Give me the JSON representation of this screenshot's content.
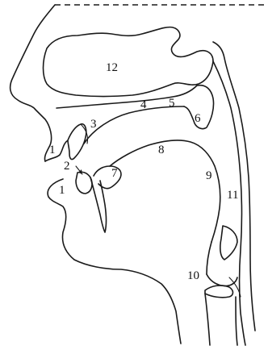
{
  "labels": {
    "n1a": "1",
    "n1b": "1",
    "n2": "2",
    "n3": "3",
    "n4": "4",
    "n5": "5",
    "n6": "6",
    "n7": "7",
    "n8": "8",
    "n9": "9",
    "n10": "10",
    "n11": "11",
    "n12": "12"
  }
}
